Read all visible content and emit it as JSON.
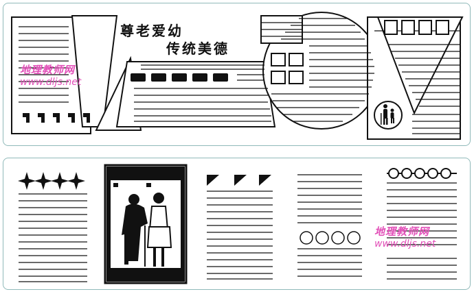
{
  "poster": {
    "title_line1": "尊老爱幼",
    "title_line2": "传统美德"
  },
  "watermarks": [
    {
      "site": "地理教师网",
      "url": "www.dljs.net"
    },
    {
      "site": "地理教师网",
      "url": "www.dljs.net"
    }
  ],
  "colors": {
    "frame": "#8fb9b9",
    "ink": "#111111",
    "watermark": "#e24fb8"
  }
}
